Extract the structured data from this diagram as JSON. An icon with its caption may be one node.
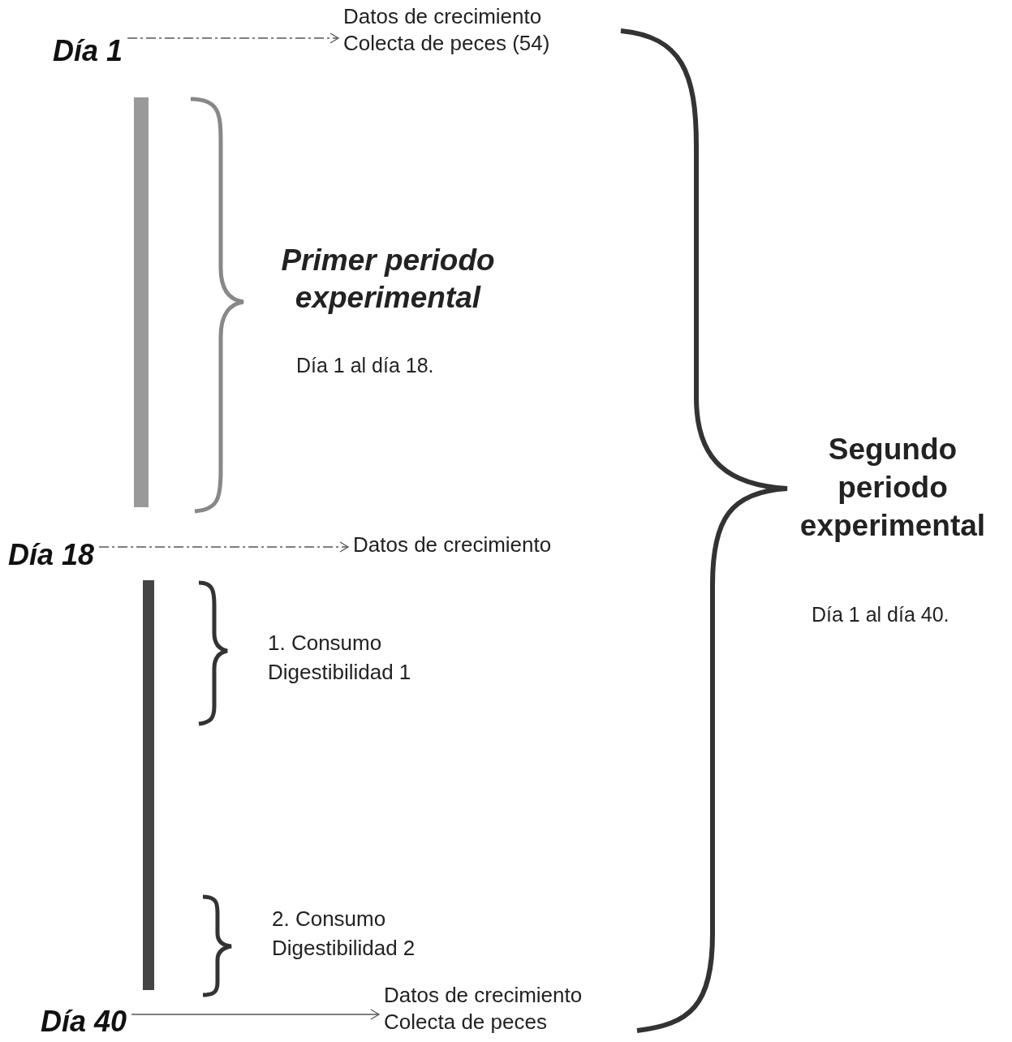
{
  "diagram": {
    "nodes": [
      {
        "text": [
          "Día 1"
        ]
      },
      {
        "text": [
          "Datos de crecimiento",
          "Colecta de peces (54)"
        ]
      },
      {
        "text": [
          "Día 18"
        ]
      },
      {
        "text": [
          "Datos de crecimiento"
        ]
      },
      {
        "text": [
          "Día 40"
        ]
      },
      {
        "text": [
          "Datos de crecimiento",
          "Colecta de peces"
        ]
      }
    ],
    "edges": [
      {
        "from": 0,
        "to": 1,
        "arrow": "to",
        "style": "dashed"
      },
      {
        "from": 2,
        "to": 3,
        "arrow": "to",
        "style": "dashed"
      },
      {
        "from": 4,
        "to": 5,
        "arrow": "to"
      }
    ],
    "labels": [
      "Primer periodo experimental",
      "Día 1 al día 18.",
      "1. Consumo",
      "Digestibilidad 1",
      "2. Consumo",
      "Digestibilidad 2",
      "Segundo periodo experimental",
      "Día 1 al día 40."
    ]
  }
}
